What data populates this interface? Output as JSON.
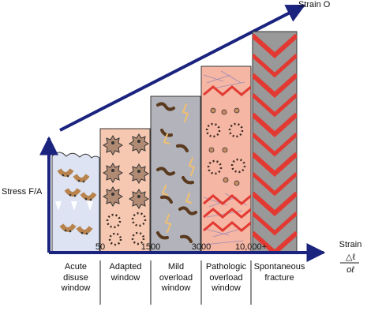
{
  "axes": {
    "y_label": "Stress F/A",
    "x_label": "Strain",
    "x_formula_numerator": "△ℓ",
    "x_formula_denominator": "oℓ",
    "diagonal_label": "Strain O"
  },
  "ticks": [
    "50",
    "1500",
    "3000",
    "10,000+"
  ],
  "windows": [
    {
      "lines": [
        "Acute",
        "disuse",
        "window"
      ]
    },
    {
      "lines": [
        "Adapted",
        "window"
      ]
    },
    {
      "lines": [
        "Mild",
        "overload",
        "window"
      ]
    },
    {
      "lines": [
        "Pathologic",
        "overload",
        "window"
      ]
    },
    {
      "lines": [
        "Spontaneous",
        "fracture"
      ]
    }
  ],
  "colors": {
    "axis": "#1a237e",
    "disuse_fill": "#dde3f2",
    "adapted_fill": "#f6c8b2",
    "mild_fill": "#b3b3bb",
    "pathologic_fill": "#f5b6a4",
    "fracture_fill": "#999999",
    "zigzag": "#e23a32"
  }
}
